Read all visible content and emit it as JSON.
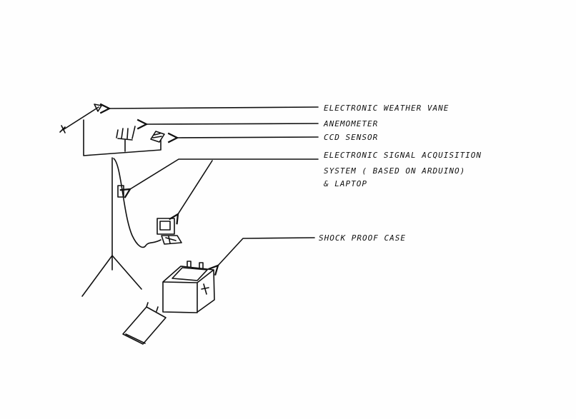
{
  "labels": {
    "weather_vane": "ELECTRONIC WEATHER VANE",
    "anemometer": "ANEMOMETER",
    "sensor": "CCD SENSOR",
    "acquisition_line1": "ELECTRONIC SIGNAL ACQUISITION",
    "acquisition_line2": "SYSTEM ( BASED ON ARDUINO)",
    "acquisition_line3": "& LAPTOP",
    "case": "SHOCK PROOF CASE"
  }
}
